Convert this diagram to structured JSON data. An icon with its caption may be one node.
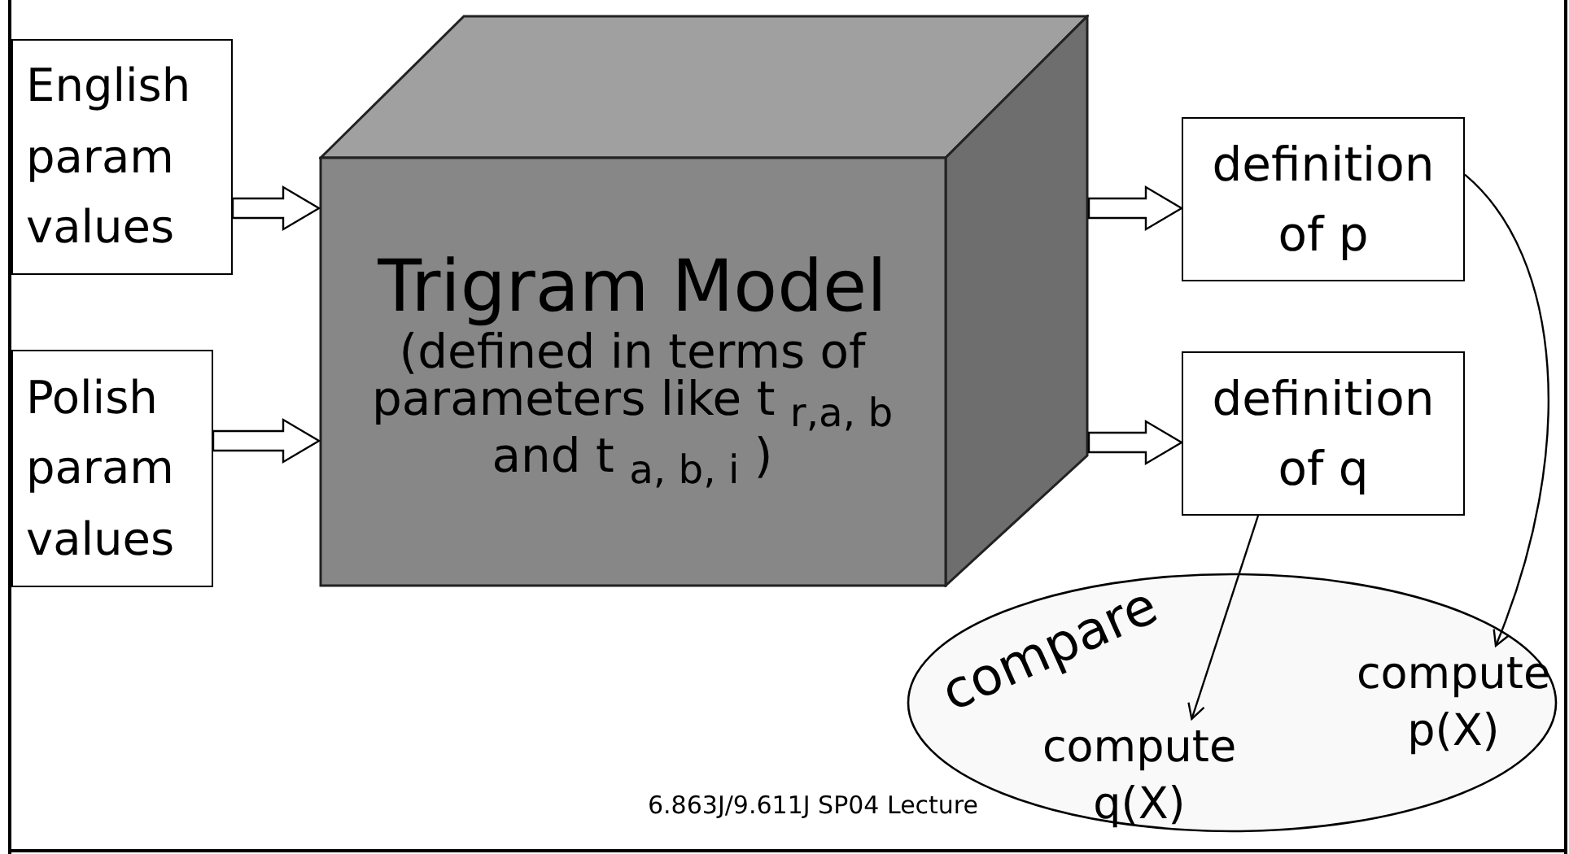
{
  "diagram": {
    "nodes": [
      {
        "text": [
          "English param values"
        ]
      },
      {
        "text": [
          "Polish param values"
        ]
      },
      {
        "text": [
          "Trigram Model",
          "(defined in terms of parameters like t $_{r,a, b}$ and t $_{a, b, i}$ )"
        ]
      },
      {
        "text": [
          "definition of p"
        ]
      },
      {
        "text": [
          "definition of q"
        ]
      },
      {
        "text": [
          "compare"
        ]
      },
      {
        "text": [
          "compute q(X)"
        ],
        "in": 5
      },
      {
        "text": [
          "compute p(X)"
        ],
        "in": 5
      }
    ],
    "edges": [
      {
        "from": 0,
        "to": 2,
        "arrow": "to",
        "style": "thick"
      },
      {
        "from": 1,
        "to": 2,
        "arrow": "to",
        "style": "thick"
      },
      {
        "from": 2,
        "to": 3,
        "arrow": "to",
        "style": "thick"
      },
      {
        "from": 2,
        "to": 4,
        "arrow": "to",
        "style": "thick"
      },
      {
        "from": 3,
        "to": 7,
        "arrow": "to"
      },
      {
        "from": 4,
        "to": 6,
        "arrow": "to"
      }
    ],
    "labels": [
      "6.863J/9.611J SP04 Lecture"
    ]
  }
}
